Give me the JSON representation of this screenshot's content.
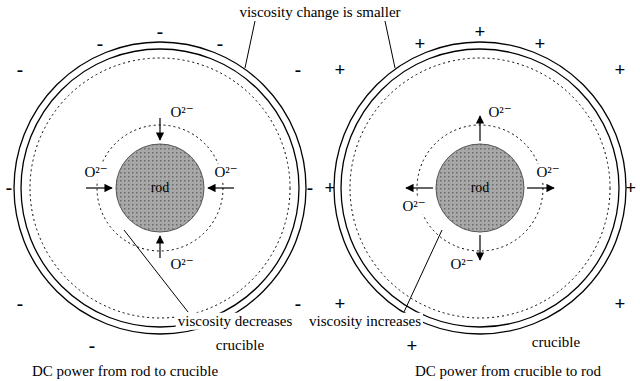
{
  "diagram": {
    "nodes": [
      {
        "text": [
          "rod"
        ]
      },
      {
        "text": [
          "rod"
        ]
      }
    ],
    "labels": [
      "viscosity change is smaller",
      "-",
      "-",
      "-",
      "-",
      "-",
      "-",
      "-",
      "-",
      "-",
      "-",
      "O²⁻",
      "O²⁻",
      "O²⁻",
      "O²⁻",
      "viscosity decreases",
      "crucible",
      "DC power from rod to crucible",
      "+",
      "+",
      "+",
      "+",
      "+",
      "+",
      "+",
      "+",
      "+",
      "+",
      "O²⁻",
      "O²⁻",
      "O²⁻",
      "O²⁻",
      "viscosity increases",
      "crucible",
      "DC power from crucible to rod"
    ]
  }
}
